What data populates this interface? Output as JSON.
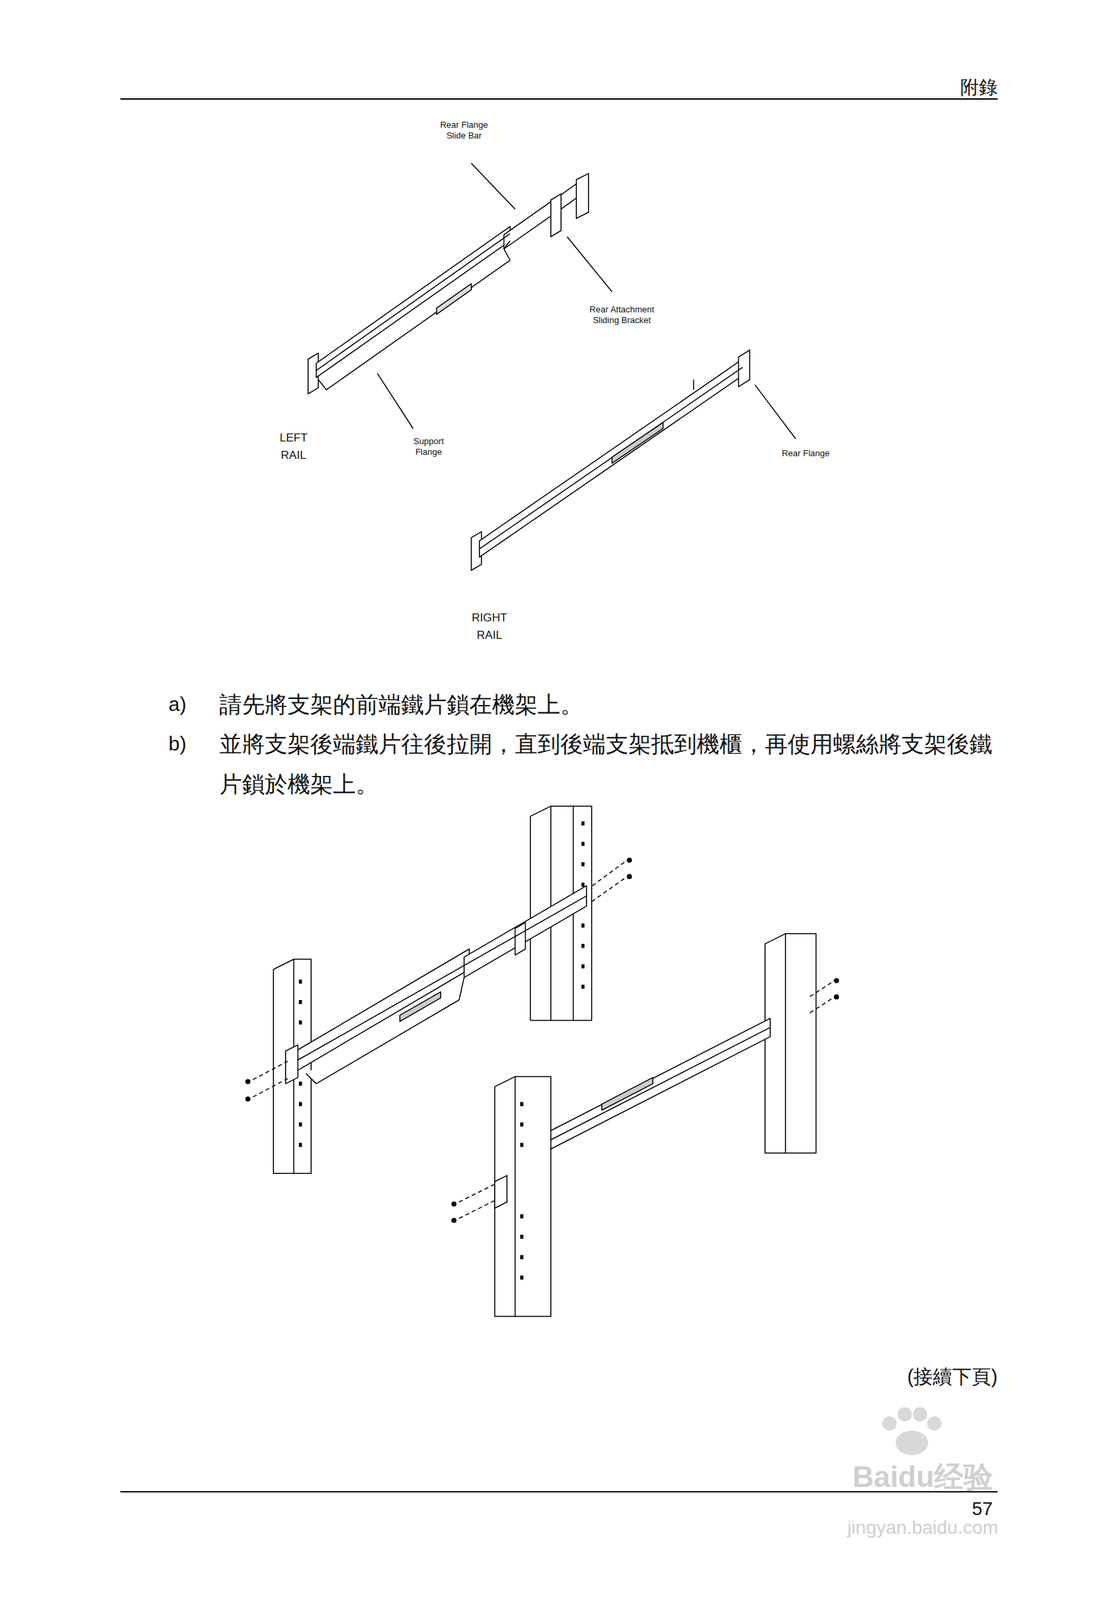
{
  "diagram": {
    "labels": [
      "附錄",
      "Rear Flange Slide Bar",
      "Rear Attachment Sliding Bracket",
      "LEFT RAIL",
      "Support Flange",
      "Rear Flange",
      "RIGHT RAIL",
      "a)",
      "請先將支架的前端鐵片鎖在機架上。",
      "b)",
      "並將支架後端鐵片往後拉開，直到後端支架抵到機櫃，再使用螺絲將支架後鐵片鎖於機架上。",
      "(接續下頁)",
      "57",
      "Baidu经验",
      "jingyan.baidu.com"
    ]
  }
}
